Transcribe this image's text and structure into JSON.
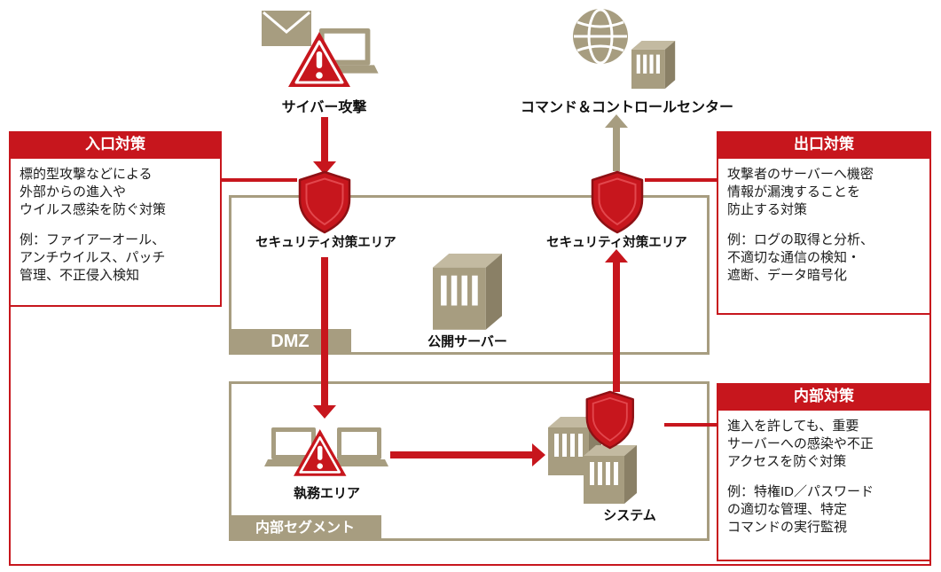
{
  "nodes": {
    "cyber_attack": "サイバー攻撃",
    "command_center": "コマンド＆コントロールセンター",
    "security_area_left": "セキュリティ対策エリア",
    "security_area_right": "セキュリティ対策エリア",
    "public_server": "公開サーバー",
    "office_area": "執務エリア",
    "system": "システム"
  },
  "zones": {
    "dmz": "DMZ",
    "internal_segment": "内部セグメント"
  },
  "boxes": {
    "entrance": {
      "title": "入口対策",
      "description": "標的型攻撃などによる\n外部からの進入や\nウイルス感染を防ぐ対策",
      "examples": "例：ファイアーオール、\nアンチウイルス、パッチ\n管理、不正侵入検知"
    },
    "exit": {
      "title": "出口対策",
      "description": "攻撃者のサーバーへ機密\n情報が漏洩することを\n防止する対策",
      "examples": "例：ログの取得と分析、\n不適切な通信の検知・\n遮断、データ暗号化"
    },
    "internal": {
      "title": "内部対策",
      "description": "進入を許しても、重要\nサーバーへの感染や不正\nアクセスを防ぐ対策",
      "examples": "例：特権ID／パスワード\nの適切な管理、特定\nコマンドの実行監視"
    }
  },
  "colors": {
    "accent_red": "#c7161d",
    "accent_tan": "#a79d80"
  }
}
